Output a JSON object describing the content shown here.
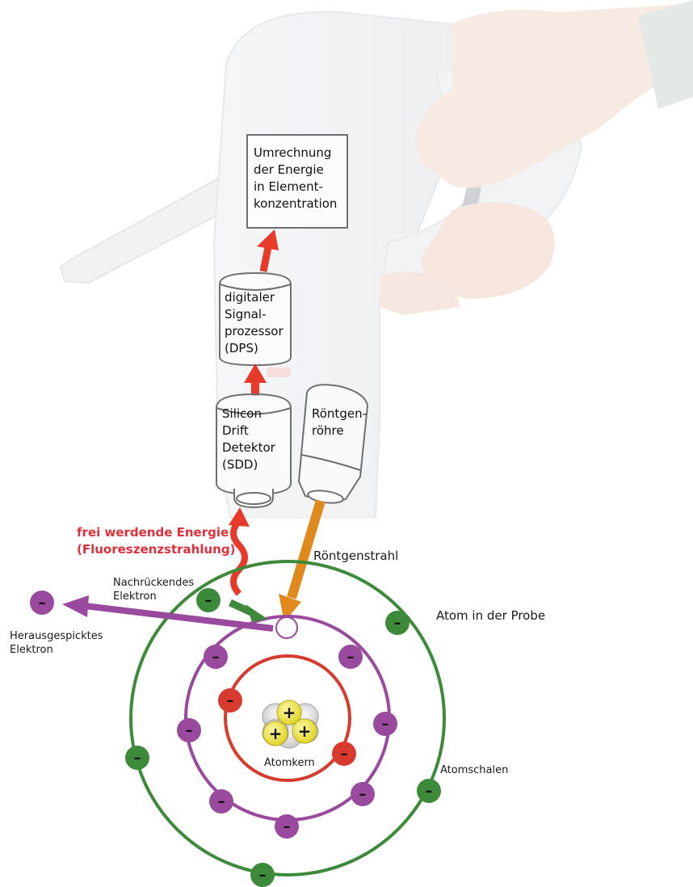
{
  "processor_box": {
    "text": "Umrechnung\nder Energie\nin Element-\nkonzentration"
  },
  "dps": {
    "text": "digitaler\nSignal-\nprozessor\n(DPS)"
  },
  "sdd": {
    "text": "Silicon\nDrift\nDetektor\n(SDD)"
  },
  "tube": {
    "text": "Röntgen-\nröhre"
  },
  "fluorescence": {
    "text": "frei werdende Energie\n(Fluoreszenzstrahlung)"
  },
  "xray_beam": {
    "label": "Röntgenstrahl"
  },
  "moving_electron": {
    "label": "Nachrückendes\nElektron"
  },
  "ejected_electron": {
    "label": "Herausgespicktes\nElektron"
  },
  "atom": {
    "label": "Atom in der Probe"
  },
  "nucleus": {
    "label": "Atomkern"
  },
  "shells": {
    "label": "Atomschalen"
  },
  "symbols": {
    "minus": "–",
    "plus": "+"
  },
  "colors": {
    "outer_shell": "#3d8a3a",
    "middle_shell": "#9a4a9e",
    "inner_shell": "#d83a2e",
    "arrow_red": "#e83a2a",
    "beam_orange": "#e08a1e",
    "proton": "#f2ea3a"
  }
}
